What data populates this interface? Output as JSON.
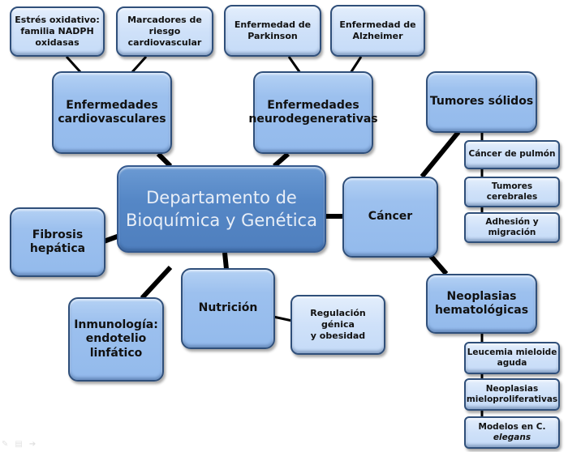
{
  "diagram": {
    "type": "mind-map",
    "central": "Departamento de\nBioquímica y Genética",
    "branches": {
      "cardio": {
        "label": "Enfermedades\ncardiovasculares",
        "children": [
          "Estrés oxidativo:\nfamilia NADPH\noxidasas",
          "Marcadores de\nriesgo\ncardiovascular"
        ]
      },
      "neuro": {
        "label": "Enfermedades\nneurodegenerativas",
        "children": [
          "Enfermedad de\nParkinson",
          "Enfermedad de\nAlzheimer"
        ]
      },
      "cancer": {
        "label": "Cáncer",
        "solid": {
          "label": "Tumores sólidos",
          "children": [
            "Cáncer de pulmón",
            "Tumores\ncerebrales",
            "Adhesión y\nmigración"
          ]
        },
        "hemato": {
          "label": "Neoplasias\nhematológicas",
          "children": [
            "Leucemia mieloide\naguda",
            "Neoplasias\nmieloproliferativas"
          ],
          "models_prefix": "Modelos en C.",
          "models_italic": "elegans"
        }
      },
      "fibrosis": {
        "label": "Fibrosis\nhepática"
      },
      "immuno": {
        "label": "Inmunología:\nendotelio\nlinfático"
      },
      "nutrition": {
        "label": "Nutrición",
        "children": [
          "Regulación génica\ny obesidad"
        ]
      }
    },
    "colors": {
      "central": "#5587c6",
      "level1": "#9cc0ee",
      "level2": "#cfe1f9",
      "border": "#2f4f7a",
      "connector": "#000000"
    }
  },
  "footer_icons": [
    "pen-icon",
    "slide-icon",
    "arrow-icon"
  ]
}
